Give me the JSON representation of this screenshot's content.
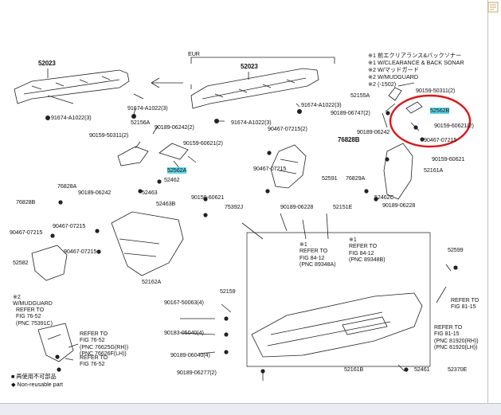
{
  "figure_number": "52370E",
  "eur_label": "EUR",
  "notes": [
    "※1 前エクリアランス&バックソナー",
    "※1 W/CLEARANCE & BACK SONAR",
    "※2 W/マッドガード",
    "※2 W/MUDGUARD",
    "※2 (-1502)"
  ],
  "part_labels": {
    "p52023a": "52023",
    "p52023b": "52023",
    "p91674a": "91674-A1022(3)",
    "p91674b": "91674-A1022(3)",
    "p91674c": "91674-A1022(3)",
    "p91674d": "91674-A1022(3)",
    "p52155a": "52155A",
    "p90159_50311": "90159-50311(2)",
    "p90189_06747": "90189-06747(2)",
    "p52562b": "52562B",
    "p90159_60621_2": "90159-60621(2)",
    "p52156a": "52156A",
    "p90189_06242_2": "90189-06242(2)",
    "p90159_50311b": "90159-50311(2)",
    "p90159_60621b": "90159-60621(2)",
    "p90467_07215_2": "90467-07215(2)",
    "p76828b": "76828B",
    "p90189_06242": "90189-06242",
    "p90467_07215a": "90467-07215",
    "p52562a": "52562A",
    "p52462": "52462",
    "p52591": "52591",
    "p76829a": "76829A",
    "p90159_60621": "90159-60621",
    "p52161a": "52161A",
    "p76828a": "76828A",
    "p90189_06242c": "90189-06242",
    "p52463": "52463",
    "p90159_60621c": "90159-60621",
    "p76828b2": "76828B",
    "p52463b": "52463B",
    "p75392j": "75392J",
    "p90189_06228a": "90189-06228",
    "p52151e": "52151E",
    "p90189_06228b": "90189-06228",
    "p52462c": "52462C",
    "p90467_07215b": "90467-07215",
    "p90467_07215c": "90467-07215",
    "p90467_07215d": "90467-07215",
    "p90467_07215e": "90467-07215",
    "p52582": "52582",
    "p52162a": "52162A",
    "p52159": "52159",
    "p90167_50063": "90167-50063(4)",
    "p90183_05040": "90183-05040(4)",
    "p90189_06040": "90189-06040(4)",
    "p90189_06277": "90189-06277(2)",
    "p52161b": "52161B",
    "p52461": "52461",
    "p52599": "52599"
  },
  "refs": [
    {
      "lines": [
        "※1",
        "REFER TO",
        "FIG 84-12",
        "(PNC 89348A)"
      ]
    },
    {
      "lines": [
        "※1",
        "REFER TO",
        "FIG 84-12",
        "(PNC 89348B)"
      ]
    },
    {
      "lines": [
        "REFER TO",
        "FIG 81-15"
      ]
    },
    {
      "lines": [
        "REFER TO",
        "FIG 81-15",
        "(PNC 81920(RH))",
        "(PNC 81920(LH))"
      ]
    },
    {
      "lines": [
        "※2",
        "W/MUDGUARD"
      ]
    },
    {
      "lines": [
        "REFER TO",
        "FIG 76-52",
        "(PNC 75391C)"
      ]
    },
    {
      "lines": [
        "REFER TO",
        "FIG 76-52",
        "(PNC 76625G(RH))",
        "(PNC 76626F(LH))"
      ]
    },
    {
      "lines": [
        "REFER TO",
        "FIG 76-52"
      ]
    }
  ],
  "legend": {
    "reusable": "■ 再使用不可部品",
    "non_reusable": "◆ Non-reusable part"
  },
  "colors": {
    "highlight": "#5fd6e8",
    "circle": "#d9191c",
    "line": "#222222"
  }
}
